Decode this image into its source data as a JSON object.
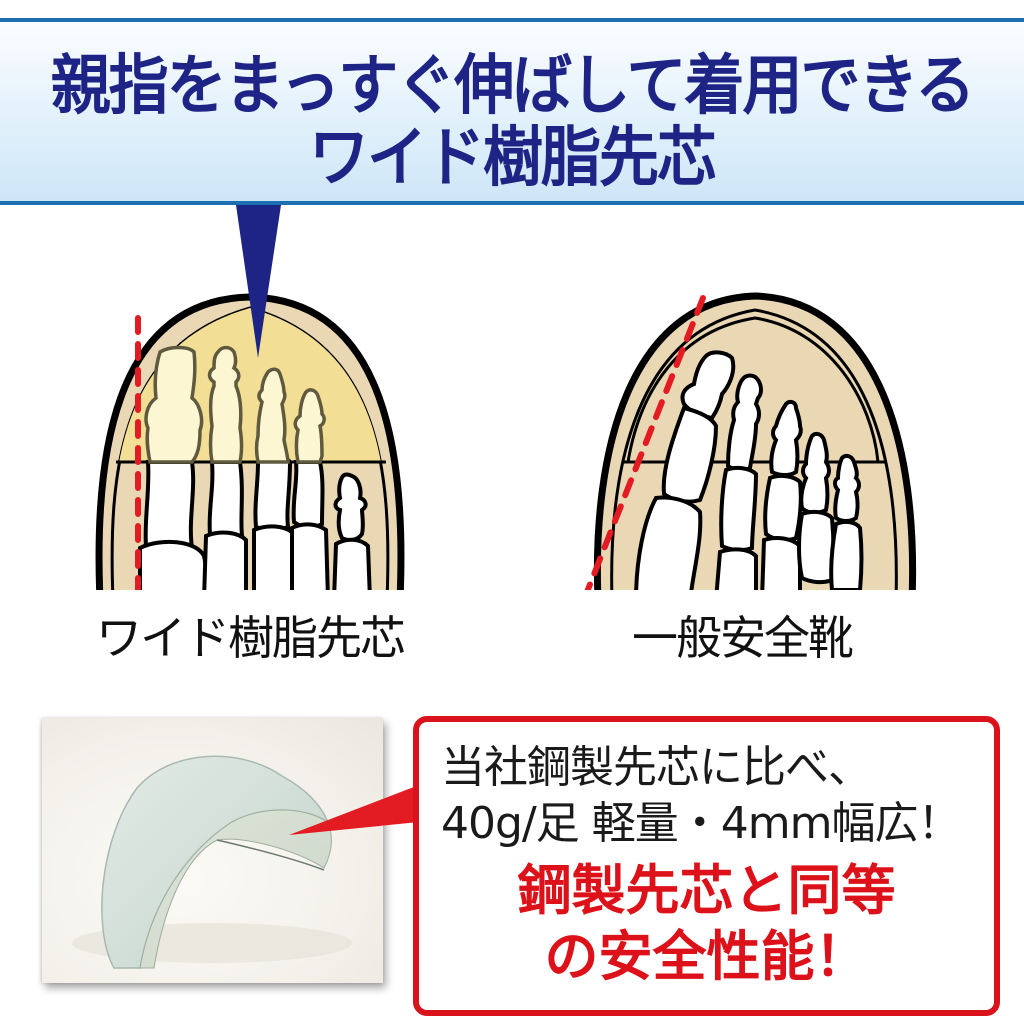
{
  "header": {
    "line1": "親指をまっすぐ伸ばして着用できる",
    "line2": "ワイド樹脂先芯",
    "text_color": "#1e2485",
    "border_color": "#1c6fb0"
  },
  "comparison": {
    "left": {
      "caption": "ワイド樹脂先芯",
      "highlight": "toe-cap-zone",
      "guide_line": "vertical-dashed"
    },
    "right": {
      "caption": "一般安全靴",
      "guide_line": "slanted-dashed"
    },
    "colors": {
      "foot_fill": "#ead8b5",
      "toe_cap_fill": "#f2de94",
      "dashed_line": "#e31b23",
      "pointer": "#1e2485"
    }
  },
  "photo": {
    "subject": "resin-toe-cap-photo"
  },
  "callout": {
    "line1": "当社鋼製先芯に比べ、",
    "line2": "40g/足 軽量・4mm幅広！",
    "line3": "鋼製先芯と同等",
    "line4": "の安全性能！",
    "border_color": "#d9121b",
    "emphasis_color": "#dd1119"
  }
}
